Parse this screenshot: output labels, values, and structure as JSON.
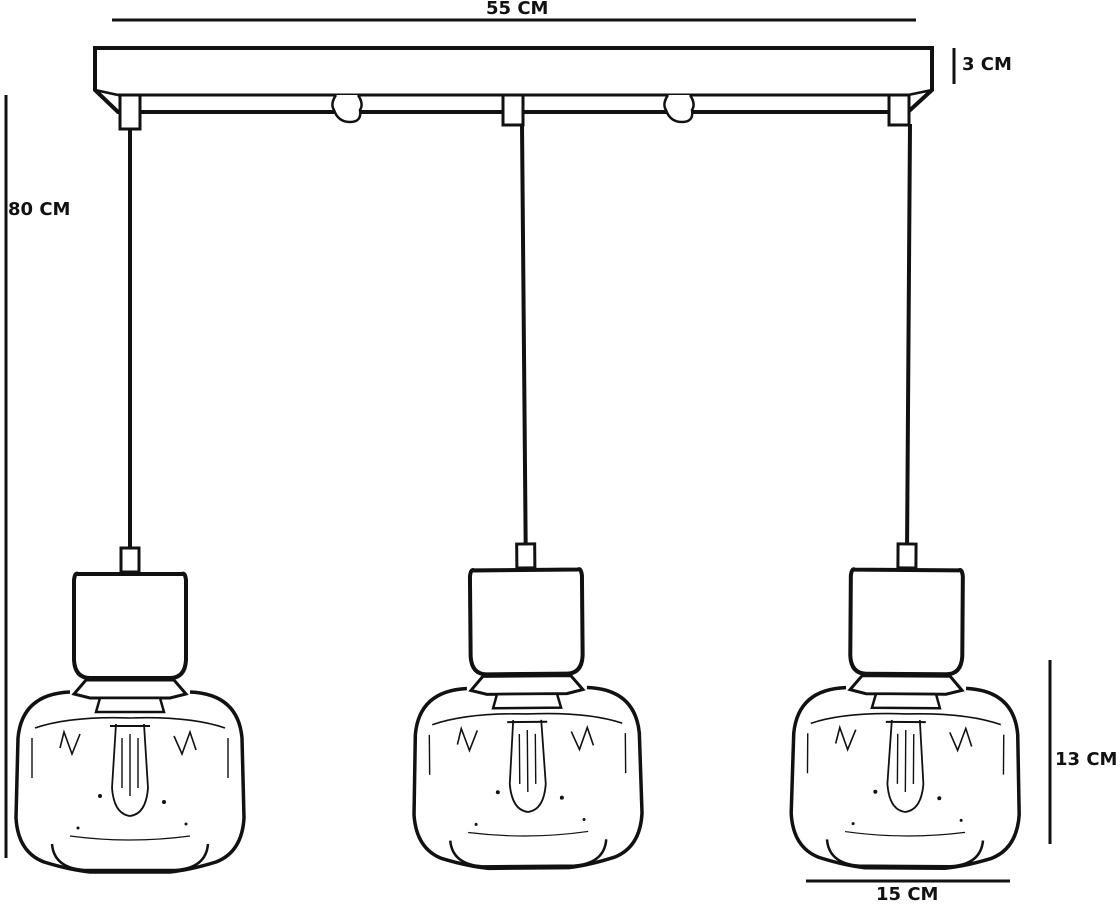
{
  "dimensions": {
    "canopy_width": "55 CM",
    "canopy_height": "3 CM",
    "cable_drop": "80 CM",
    "shade_height": "13 CM",
    "shade_width": "15 CM"
  },
  "colors": {
    "line": "#111111",
    "background": "#ffffff"
  }
}
